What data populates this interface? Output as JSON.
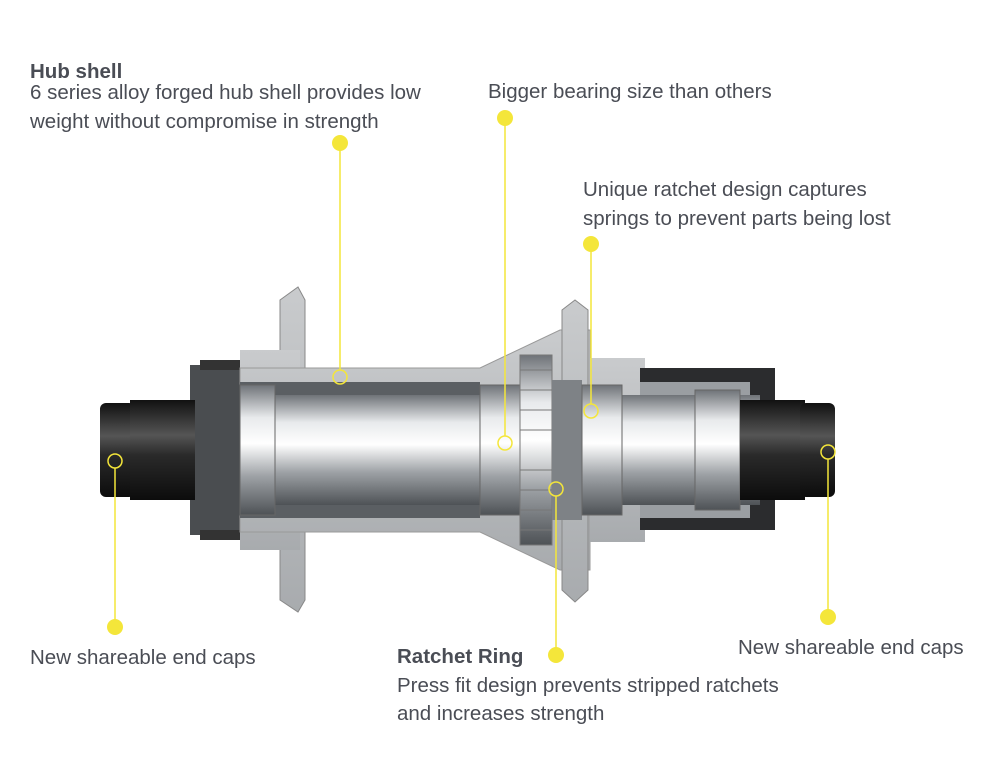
{
  "colors": {
    "text": "#4a4d55",
    "accent": "#f4e63a"
  },
  "callouts": {
    "hub_shell": {
      "title": "Hub shell",
      "line1": "6 series alloy forged hub shell provides low",
      "line2": "weight without compromise in strength"
    },
    "bearing": {
      "line1": "Bigger bearing size than others"
    },
    "ratchet_design": {
      "line1": "Unique ratchet design captures",
      "line2": "springs to prevent parts being lost"
    },
    "end_caps_left": {
      "line1": "New shareable end caps"
    },
    "end_caps_right": {
      "line1": "New shareable end caps"
    },
    "ratchet_ring": {
      "title": "Ratchet Ring",
      "line1": "Press fit design prevents stripped ratchets",
      "line2": "and increases strength"
    }
  }
}
